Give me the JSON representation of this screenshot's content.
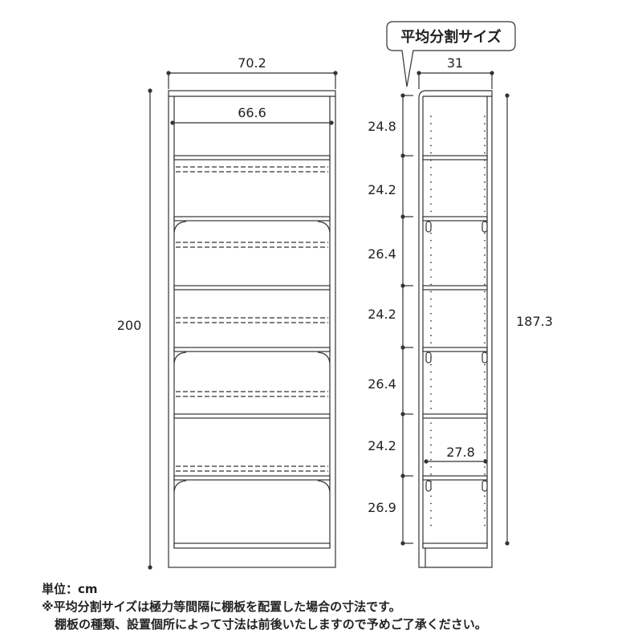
{
  "callout": {
    "label": "平均分割サイズ"
  },
  "dimensions": {
    "front_outer_width": "70.2",
    "front_inner_width": "66.6",
    "front_height": "200",
    "side_depth": "31",
    "side_inner_height": "187.3",
    "shelf_depth": "27.8",
    "shelf_spacings": [
      "24.8",
      "24.2",
      "26.4",
      "24.2",
      "26.4",
      "24.2",
      "26.9"
    ]
  },
  "notes": {
    "unit": "単位：cm",
    "line1": "※平均分割サイズは極力等間隔に棚板を配置した場合の寸法です。",
    "line2": "棚板の種類、設置個所によって寸法は前後いたしますので予めご了承ください。"
  },
  "colors": {
    "line": "#333333",
    "text": "#222222",
    "background": "#ffffff"
  }
}
